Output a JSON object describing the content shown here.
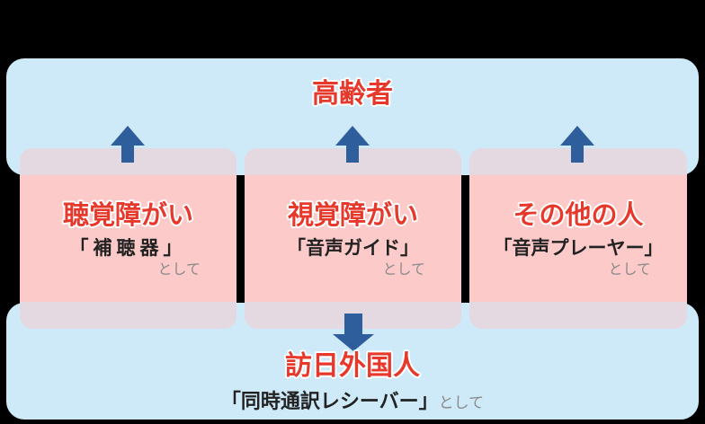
{
  "diagram": {
    "top_label": "高齢者",
    "bottom_label": "訪日外国人",
    "bottom_device": "「同時通訳レシーバー」",
    "bottom_suffix": "として"
  },
  "boxes": [
    {
      "title": "聴覚障がい",
      "device": "「補聴器」",
      "suffix": "として"
    },
    {
      "title": "視覚障がい",
      "device": "「音声ガイド」",
      "suffix": "として"
    },
    {
      "title": "その他の人",
      "device": "「音声プレーヤー」",
      "suffix": "として"
    }
  ],
  "icons": {
    "up_arrow": "block-arrow-up",
    "down_arrow": "block-arrow-down"
  },
  "palette": {
    "background": "#000000",
    "band_blue": "#cee9f7",
    "box_pink": "#fccac8",
    "box_cap": "#e4d8e1",
    "arrow_blue": "#2f5e9d",
    "red_text": "#e7382c",
    "black_text": "#222222",
    "gray_text": "#8a8a8a"
  }
}
